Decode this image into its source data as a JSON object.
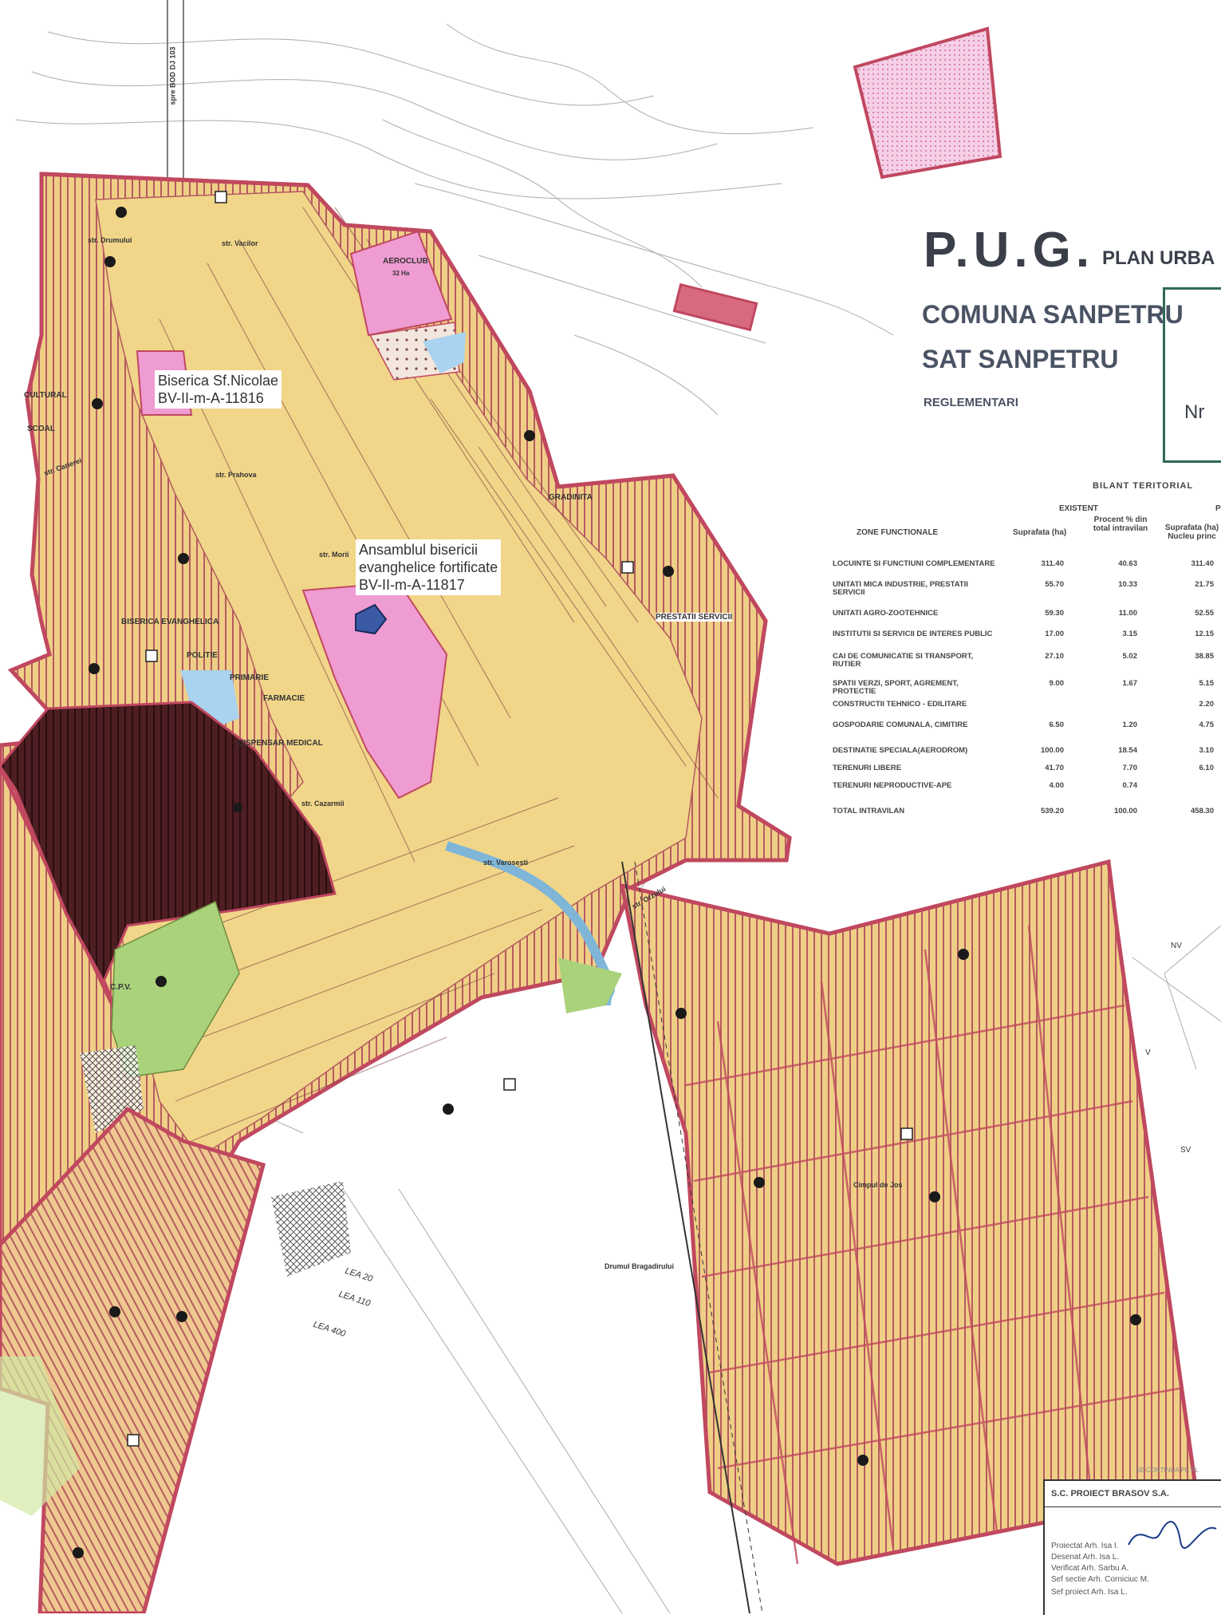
{
  "header": {
    "title": "P.U.G.",
    "subtitle_truncated": "PLAN URBA",
    "commune": "COMUNA SANPETRU",
    "village": "SAT SANPETRU",
    "section": "REGLEMENTARI",
    "nr_label": "Nr"
  },
  "table": {
    "title": "BILANT TERITORIAL",
    "group_existent": "EXISTENT",
    "group_propus": "P",
    "col_zones": "ZONE FUNCTIONALE",
    "col_area": "Suprafata (ha)",
    "col_pct": "Procent % din total intravilan",
    "col_area_propus": "Suprafata (ha) Nucleu princ",
    "rows": [
      {
        "label": "LOCUINTE SI FUNCTIUNI COMPLEMENTARE",
        "area": "311.40",
        "pct": "40.63",
        "propus": "311.40"
      },
      {
        "label": "UNITATI MICA INDUSTRIE, PRESTATII SERVICII",
        "area": "55.70",
        "pct": "10.33",
        "propus": "21.75"
      },
      {
        "label": "UNITATI AGRO-ZOOTEHNICE",
        "area": "59.30",
        "pct": "11.00",
        "propus": "52.55"
      },
      {
        "label": "INSTITUTII SI SERVICII DE INTERES PUBLIC",
        "area": "17.00",
        "pct": "3.15",
        "propus": "12.15"
      },
      {
        "label": "CAI DE COMUNICATIE SI TRANSPORT, RUTIER",
        "area": "27.10",
        "pct": "5.02",
        "propus": "38.85"
      },
      {
        "label": "SPATII VERZI, SPORT, AGREMENT, PROTECTIE",
        "area": "9.00",
        "pct": "1.67",
        "propus": "5.15"
      },
      {
        "label": "CONSTRUCTII TEHNICO - EDILITARE",
        "area": "",
        "pct": "",
        "propus": "2.20"
      },
      {
        "label": "GOSPODARIE COMUNALA, CIMITIRE",
        "area": "6.50",
        "pct": "1.20",
        "propus": "4.75"
      },
      {
        "label": "DESTINATIE SPECIALA(aerodrom)",
        "area": "100.00",
        "pct": "18.54",
        "propus": "3.10"
      },
      {
        "label": "TERENURI LIBERE",
        "area": "41.70",
        "pct": "7.70",
        "propus": "6.10"
      },
      {
        "label": "TERENURI NEPRODUCTIVE-APE",
        "area": "4.00",
        "pct": "0.74",
        "propus": ""
      },
      {
        "label": "TOTAL INTRAVILAN",
        "area": "539.20",
        "pct": "100.00",
        "propus": "458.30"
      }
    ]
  },
  "monuments": {
    "m1_line1": "Biserica Sf.Nicolae",
    "m1_line2": "BV-II-m-A-11816",
    "m2_line1": "Ansamblul bisericii",
    "m2_line2": "evanghelice fortificate",
    "m2_line3": "BV-II-m-A-11817"
  },
  "map_labels": {
    "aeroclub": "AEROCLUB",
    "aeroclub_area": "32 Ha",
    "gradinita": "GRADINITA",
    "prestatii": "PRESTATII SERVICII",
    "biserica_ev": "BISERICA EVANGHELICA",
    "politie": "POLITIE",
    "primarie": "PRIMARIE",
    "farmacie": "FARMACIE",
    "dispensar": "DISPENSAR MEDICAL",
    "cultural": "CULTURAL",
    "scoala": "SCOAL",
    "str_drumului": "str. Drumului",
    "str_vacilor": "str. Vacilor",
    "str_prahova": "str. Prahova",
    "str_carierei": "str. Carierei",
    "str_cazarmii": "str. Cazarmii",
    "str_morii": "str. Morii",
    "str_varosesti": "str. Varosesti",
    "str_orzului": "str. Orzului",
    "dj103": "spre BOD DJ 103",
    "cimpul": "Cimpul de Jos",
    "drumul": "Drumul Bragadirului",
    "lea20": "LEA 20",
    "lea110": "LEA 110",
    "lea400": "LEA 400",
    "cpv": "C.P.V.",
    "nv": "NV",
    "sv": "SV",
    "v": "V",
    "continua": "SE CONTINUA PE PL"
  },
  "cartouche": {
    "company": "S.C. PROIECT BRASOV S.A.",
    "l1": "Proiectat Arh. Isa I.",
    "l2": "Desenat Arh. Isa L.",
    "l3": "Verificat Arh. Sarbu A.",
    "l4": "Sef sectie Arh. Corniciuc M.",
    "l5": "Sef proiect Arh. Isa L."
  },
  "colors": {
    "residential": "#efcf86",
    "outline": "#c0485f",
    "hatch": "#b0505e",
    "public": "#ef9cd2",
    "water": "#a9d3ee",
    "special": "#4d1e22",
    "green": "#a9d27a",
    "agro": "#eec88e"
  }
}
